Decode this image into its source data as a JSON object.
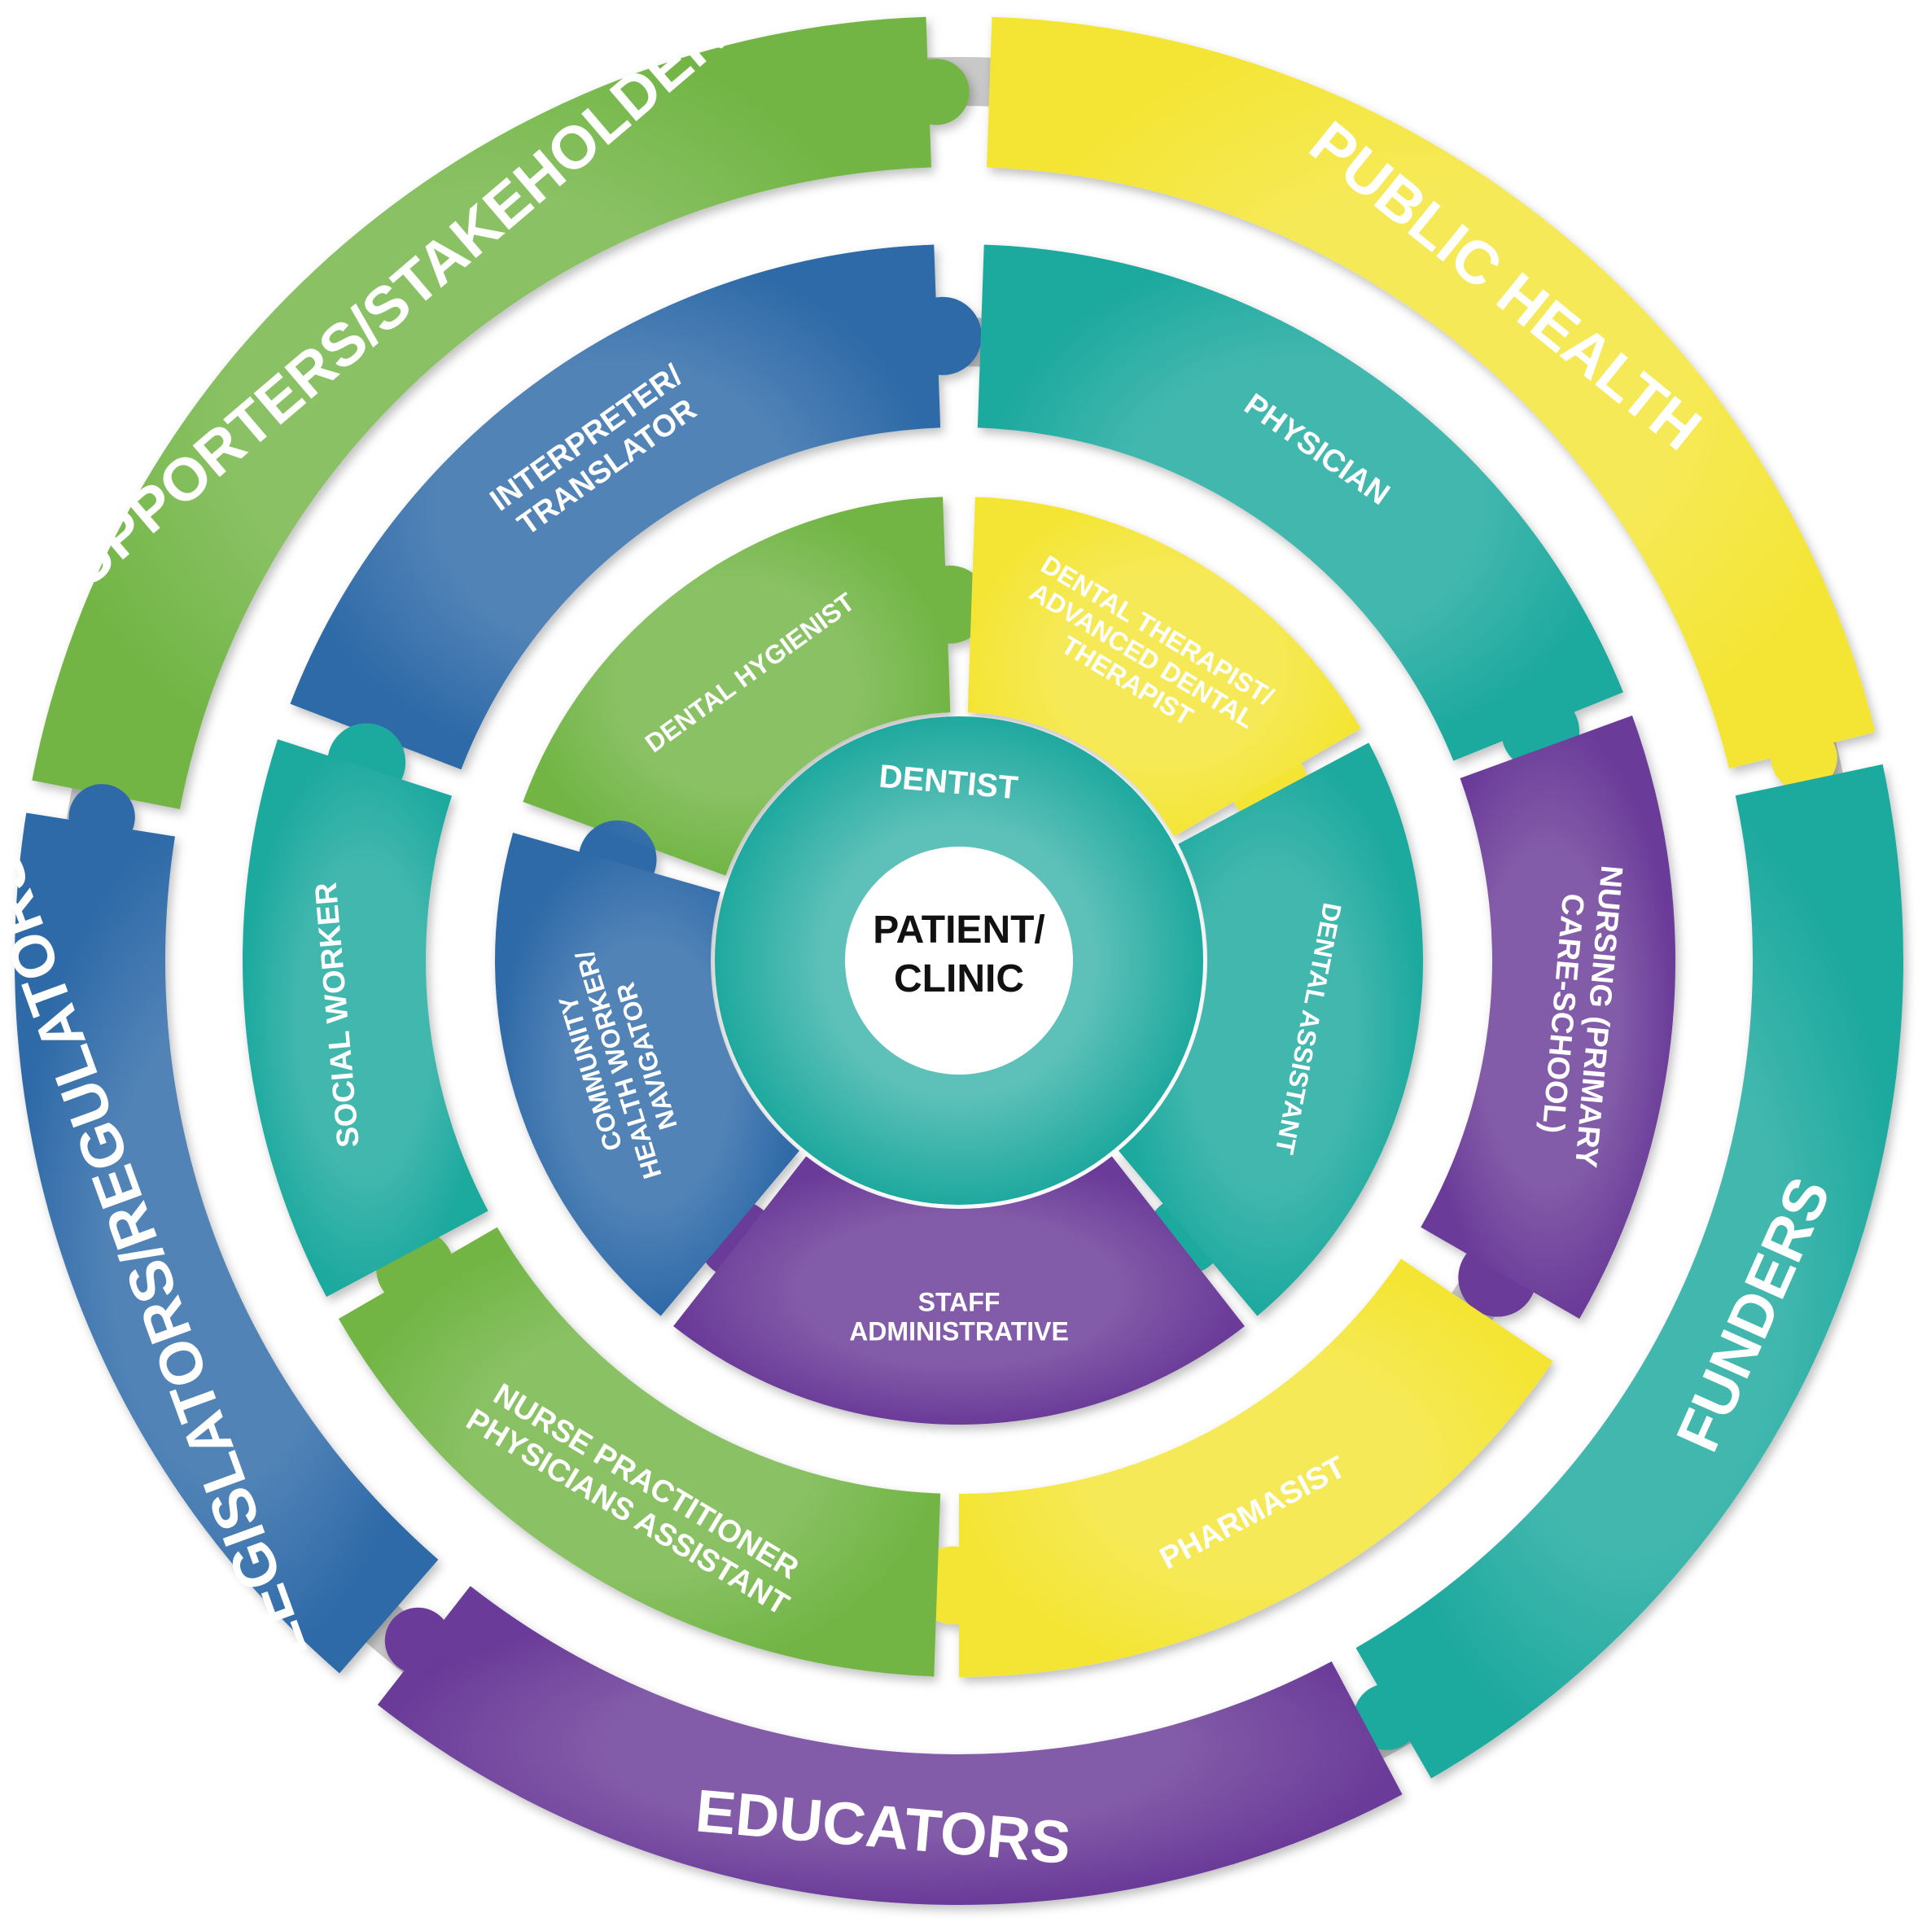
{
  "colors": {
    "green": "#72b545",
    "yellow": "#f4e534",
    "teal": "#1fa99e",
    "blue": "#2d6aa8",
    "purple": "#6b3a98",
    "gap": "#c8c8c8",
    "center_fill": "#ffffff",
    "center_text": "#111111"
  },
  "rings": [
    {
      "name": "outer",
      "segments": [
        {
          "id": "supporters-stakeholders",
          "label": "SUPPORTERS/STAKEHOLDERS",
          "color": "green"
        },
        {
          "id": "public-health",
          "label": "PUBLIC HEALTH",
          "color": "yellow"
        },
        {
          "id": "funders",
          "label": "FUNDERS",
          "color": "teal"
        },
        {
          "id": "educators",
          "label": "EDUCATORS",
          "color": "purple"
        },
        {
          "id": "legislators-regulators",
          "label": "LEGISLATORS/REGULATORS",
          "color": "blue"
        }
      ]
    },
    {
      "name": "middle",
      "segments": [
        {
          "id": "interpreter-translator",
          "label": [
            "INTERPRETER/",
            "TRANSLATOR"
          ],
          "color": "blue"
        },
        {
          "id": "physician",
          "label": [
            "PHYSICIAN"
          ],
          "color": "teal"
        },
        {
          "id": "nursing",
          "label": [
            "NURSING (PRIMARY",
            "CARE-SCHOOL)"
          ],
          "color": "purple"
        },
        {
          "id": "pharmasist",
          "label": [
            "PHARMASIST"
          ],
          "color": "yellow"
        },
        {
          "id": "physicians-assistant",
          "label": [
            "PHYSICIANS ASSISTANT",
            "NURSE PRACTITIONER"
          ],
          "color": "green"
        },
        {
          "id": "social-worker",
          "label": [
            "SOCIAL WORKER"
          ],
          "color": "teal"
        }
      ]
    },
    {
      "name": "inner",
      "segments": [
        {
          "id": "dental-hygienist",
          "label": [
            "DENTAL HYGIENIST"
          ],
          "color": "green"
        },
        {
          "id": "dental-therapist",
          "label": [
            "DENTAL THERAPIST/",
            "ADVANCED DENTAL",
            "THERAPIST"
          ],
          "color": "yellow"
        },
        {
          "id": "dental-assistant",
          "label": [
            "DENTAL ASSISTANT"
          ],
          "color": "teal"
        },
        {
          "id": "administrative-staff",
          "label": [
            "ADMINISTRATIVE",
            "STAFF"
          ],
          "color": "purple"
        },
        {
          "id": "community-health-worker",
          "label": [
            "COMMUNITY",
            "HEALTH WORKER/",
            "NAVIGATOR"
          ],
          "color": "blue"
        }
      ]
    }
  ],
  "dentist_ring": {
    "label": "DENTIST",
    "color": "teal"
  },
  "center": {
    "line1": "PATIENT/",
    "line2": "CLINIC"
  }
}
